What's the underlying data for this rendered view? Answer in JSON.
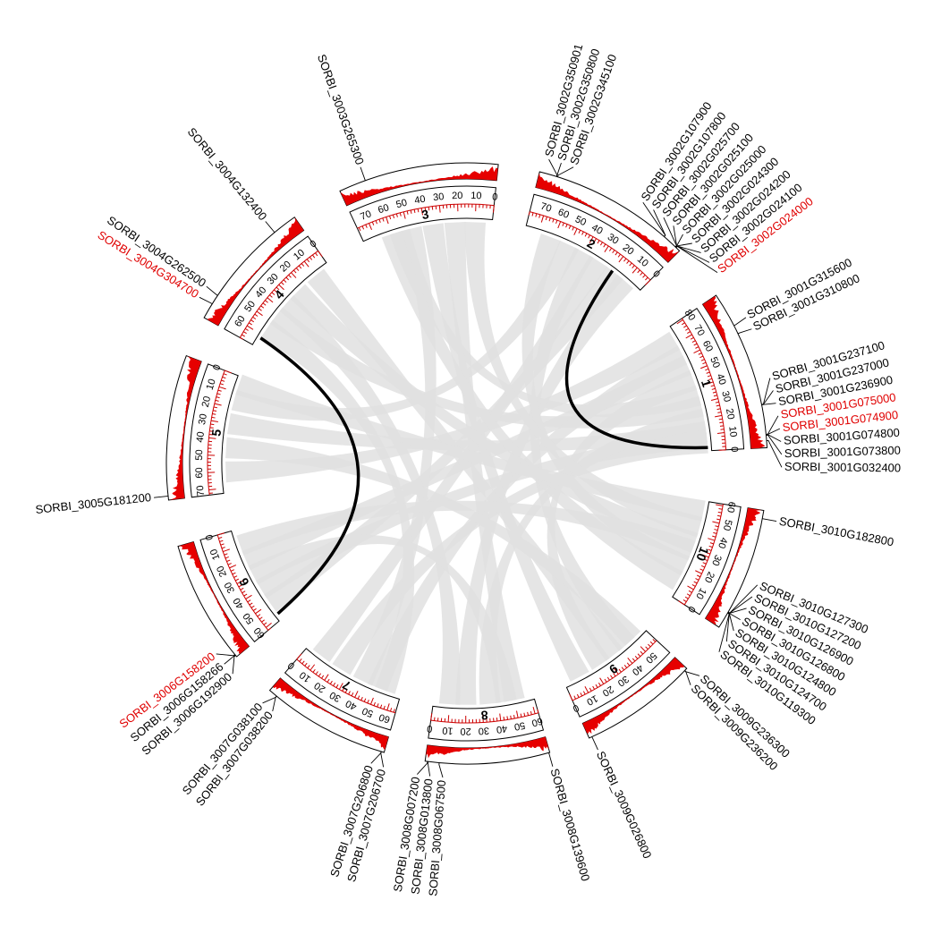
{
  "colors": {
    "link": "#e1e1e1",
    "highlight_link": "#000000",
    "density": "#e60000",
    "highlight_gene": "#e00000",
    "gene": "#000000",
    "tick": "#cc0000"
  },
  "tick_step": 10,
  "chromosomes": [
    {
      "id": "1",
      "label": "1",
      "length": 81,
      "start_deg": 87,
      "end_deg": 56
    },
    {
      "id": "2",
      "label": "2",
      "length": 78,
      "start_deg": 45,
      "end_deg": 14
    },
    {
      "id": "3",
      "label": "3",
      "length": 77,
      "start_deg": 6,
      "end_deg": -25
    },
    {
      "id": "4",
      "label": "4",
      "length": 68,
      "start_deg": -35,
      "end_deg": -61
    },
    {
      "id": "5",
      "label": "5",
      "length": 73,
      "start_deg": -69,
      "end_deg": -97
    },
    {
      "id": "6",
      "label": "6",
      "length": 62,
      "start_deg": -106,
      "end_deg": -130
    },
    {
      "id": "7",
      "label": "7",
      "length": 65,
      "start_deg": -139,
      "end_deg": -164
    },
    {
      "id": "8",
      "label": "8",
      "length": 62,
      "start_deg": -172,
      "end_deg": -196
    },
    {
      "id": "9",
      "label": "9",
      "length": 59,
      "start_deg": 156,
      "end_deg": 133
    },
    {
      "id": "10",
      "label": "10",
      "length": 61,
      "start_deg": 123,
      "end_deg": 99
    }
  ],
  "genes": [
    {
      "chr": "1",
      "pos": 3.5,
      "label": "SORBI_3001G032400",
      "highlight": false
    },
    {
      "chr": "1",
      "pos": 6.2,
      "label": "SORBI_3001G073800",
      "highlight": false
    },
    {
      "chr": "1",
      "pos": 6.5,
      "label": "SORBI_3001G074800",
      "highlight": false
    },
    {
      "chr": "1",
      "pos": 6.6,
      "label": "SORBI_3001G074900",
      "highlight": true
    },
    {
      "chr": "1",
      "pos": 6.7,
      "label": "SORBI_3001G075000",
      "highlight": true
    },
    {
      "chr": "1",
      "pos": 21.5,
      "label": "SORBI_3001G236900",
      "highlight": false
    },
    {
      "chr": "1",
      "pos": 21.6,
      "label": "SORBI_3001G237000",
      "highlight": false
    },
    {
      "chr": "1",
      "pos": 21.7,
      "label": "SORBI_3001G237100",
      "highlight": false
    },
    {
      "chr": "1",
      "pos": 59.0,
      "label": "SORBI_3001G310800",
      "highlight": false
    },
    {
      "chr": "1",
      "pos": 63.5,
      "label": "SORBI_3001G315600",
      "highlight": false
    },
    {
      "chr": "2",
      "pos": 2.2,
      "label": "SORBI_3002G024000",
      "highlight": true
    },
    {
      "chr": "2",
      "pos": 2.3,
      "label": "SORBI_3002G024100",
      "highlight": false
    },
    {
      "chr": "2",
      "pos": 2.4,
      "label": "SORBI_3002G024200",
      "highlight": false
    },
    {
      "chr": "2",
      "pos": 2.5,
      "label": "SORBI_3002G024300",
      "highlight": false
    },
    {
      "chr": "2",
      "pos": 2.6,
      "label": "SORBI_3002G025000",
      "highlight": false
    },
    {
      "chr": "2",
      "pos": 2.7,
      "label": "SORBI_3002G025100",
      "highlight": false
    },
    {
      "chr": "2",
      "pos": 2.8,
      "label": "SORBI_3002G025700",
      "highlight": false
    },
    {
      "chr": "2",
      "pos": 10.0,
      "label": "SORBI_3002G107800",
      "highlight": false
    },
    {
      "chr": "2",
      "pos": 10.1,
      "label": "SORBI_3002G107900",
      "highlight": false
    },
    {
      "chr": "2",
      "pos": 69.0,
      "label": "SORBI_3002G345100",
      "highlight": false
    },
    {
      "chr": "2",
      "pos": 69.5,
      "label": "SORBI_3002G350800",
      "highlight": false
    },
    {
      "chr": "2",
      "pos": 69.6,
      "label": "SORBI_3002G350901",
      "highlight": false
    },
    {
      "chr": "3",
      "pos": 64.0,
      "label": "SORBI_3003G265300",
      "highlight": false
    },
    {
      "chr": "4",
      "pos": 60.0,
      "label": "SORBI_3004G304700",
      "highlight": true
    },
    {
      "chr": "4",
      "pos": 55.0,
      "label": "SORBI_3004G262500",
      "highlight": false
    },
    {
      "chr": "4",
      "pos": 12.5,
      "label": "SORBI_3004G132400",
      "highlight": false
    },
    {
      "chr": "5",
      "pos": 71.0,
      "label": "SORBI_3005G181200",
      "highlight": false
    },
    {
      "chr": "6",
      "pos": 61.2,
      "label": "SORBI_3006G192900",
      "highlight": false
    },
    {
      "chr": "6",
      "pos": 60.9,
      "label": "SORBI_3006G158266",
      "highlight": false
    },
    {
      "chr": "6",
      "pos": 60.6,
      "label": "SORBI_3006G158200",
      "highlight": true
    },
    {
      "chr": "7",
      "pos": 4.5,
      "label": "SORBI_3007G038200",
      "highlight": false
    },
    {
      "chr": "7",
      "pos": 4.4,
      "label": "SORBI_3007G038100",
      "highlight": false
    },
    {
      "chr": "7",
      "pos": 63.5,
      "label": "SORBI_3007G206800",
      "highlight": false
    },
    {
      "chr": "7",
      "pos": 63.6,
      "label": "SORBI_3007G206700",
      "highlight": false
    },
    {
      "chr": "8",
      "pos": 1.2,
      "label": "SORBI_3008G007200",
      "highlight": false
    },
    {
      "chr": "8",
      "pos": 1.5,
      "label": "SORBI_3008G013800",
      "highlight": false
    },
    {
      "chr": "8",
      "pos": 7.0,
      "label": "SORBI_3008G067500",
      "highlight": false
    },
    {
      "chr": "8",
      "pos": 61.5,
      "label": "SORBI_3008G139600",
      "highlight": false
    },
    {
      "chr": "9",
      "pos": 1.5,
      "label": "SORBI_3009G026800",
      "highlight": false
    },
    {
      "chr": "9",
      "pos": 57.5,
      "label": "SORBI_3009G236200",
      "highlight": false
    },
    {
      "chr": "9",
      "pos": 57.6,
      "label": "SORBI_3009G236300",
      "highlight": false
    },
    {
      "chr": "10",
      "pos": 8.0,
      "label": "SORBI_3010G119300",
      "highlight": false
    },
    {
      "chr": "10",
      "pos": 8.1,
      "label": "SORBI_3010G124700",
      "highlight": false
    },
    {
      "chr": "10",
      "pos": 8.2,
      "label": "SORBI_3010G124800",
      "highlight": false
    },
    {
      "chr": "10",
      "pos": 8.3,
      "label": "SORBI_3010G126800",
      "highlight": false
    },
    {
      "chr": "10",
      "pos": 8.4,
      "label": "SORBI_3010G126900",
      "highlight": false
    },
    {
      "chr": "10",
      "pos": 8.5,
      "label": "SORBI_3010G127200",
      "highlight": false
    },
    {
      "chr": "10",
      "pos": 8.6,
      "label": "SORBI_3010G127300",
      "highlight": false
    },
    {
      "chr": "10",
      "pos": 57.0,
      "label": "SORBI_3010G182800",
      "highlight": false
    }
  ],
  "links": [
    {
      "from": [
        "1",
        5
      ],
      "to": [
        "7",
        25
      ],
      "highlight": false
    },
    {
      "from": [
        "1",
        8
      ],
      "to": [
        "6",
        40
      ],
      "highlight": false
    },
    {
      "from": [
        "1",
        12
      ],
      "to": [
        "5",
        30
      ],
      "highlight": false
    },
    {
      "from": [
        "1",
        20
      ],
      "to": [
        "8",
        35
      ],
      "highlight": false
    },
    {
      "from": [
        "1",
        28
      ],
      "to": [
        "4",
        45
      ],
      "highlight": false
    },
    {
      "from": [
        "1",
        35
      ],
      "to": [
        "3",
        55
      ],
      "highlight": false
    },
    {
      "from": [
        "1",
        45
      ],
      "to": [
        "9",
        25
      ],
      "highlight": false
    },
    {
      "from": [
        "1",
        55
      ],
      "to": [
        "6",
        20
      ],
      "highlight": false
    },
    {
      "from": [
        "1",
        62
      ],
      "to": [
        "7",
        50
      ],
      "highlight": false
    },
    {
      "from": [
        "1",
        72
      ],
      "to": [
        "5",
        60
      ],
      "highlight": false
    },
    {
      "from": [
        "2",
        10
      ],
      "to": [
        "8",
        20
      ],
      "highlight": false
    },
    {
      "from": [
        "2",
        18
      ],
      "to": [
        "6",
        50
      ],
      "highlight": false
    },
    {
      "from": [
        "2",
        30
      ],
      "to": [
        "7",
        10
      ],
      "highlight": false
    },
    {
      "from": [
        "2",
        40
      ],
      "to": [
        "9",
        45
      ],
      "highlight": false
    },
    {
      "from": [
        "2",
        50
      ],
      "to": [
        "5",
        15
      ],
      "highlight": false
    },
    {
      "from": [
        "2",
        62
      ],
      "to": [
        "10",
        20
      ],
      "highlight": false
    },
    {
      "from": [
        "3",
        10
      ],
      "to": [
        "10",
        45
      ],
      "highlight": false
    },
    {
      "from": [
        "3",
        22
      ],
      "to": [
        "8",
        50
      ],
      "highlight": false
    },
    {
      "from": [
        "3",
        35
      ],
      "to": [
        "9",
        10
      ],
      "highlight": false
    },
    {
      "from": [
        "3",
        48
      ],
      "to": [
        "7",
        40
      ],
      "highlight": false
    },
    {
      "from": [
        "3",
        60
      ],
      "to": [
        "10",
        10
      ],
      "highlight": false
    },
    {
      "from": [
        "4",
        10
      ],
      "to": [
        "9",
        35
      ],
      "highlight": false
    },
    {
      "from": [
        "4",
        25
      ],
      "to": [
        "10",
        35
      ],
      "highlight": false
    },
    {
      "from": [
        "4",
        35
      ],
      "to": [
        "8",
        10
      ],
      "highlight": false
    },
    {
      "from": [
        "4",
        55
      ],
      "to": [
        "7",
        55
      ],
      "highlight": false
    },
    {
      "from": [
        "5",
        5
      ],
      "to": [
        "10",
        55
      ],
      "highlight": false
    },
    {
      "from": [
        "5",
        45
      ],
      "to": [
        "9",
        50
      ],
      "highlight": false
    },
    {
      "from": [
        "6",
        10
      ],
      "to": [
        "10",
        30
      ],
      "highlight": false
    },
    {
      "from": [
        "6",
        30
      ],
      "to": [
        "8",
        45
      ],
      "highlight": false
    },
    {
      "from": [
        "1",
        2
      ],
      "to": [
        "2",
        20
      ],
      "highlight": true
    },
    {
      "from": [
        "6",
        58
      ],
      "to": [
        "4",
        62
      ],
      "highlight": true
    }
  ]
}
